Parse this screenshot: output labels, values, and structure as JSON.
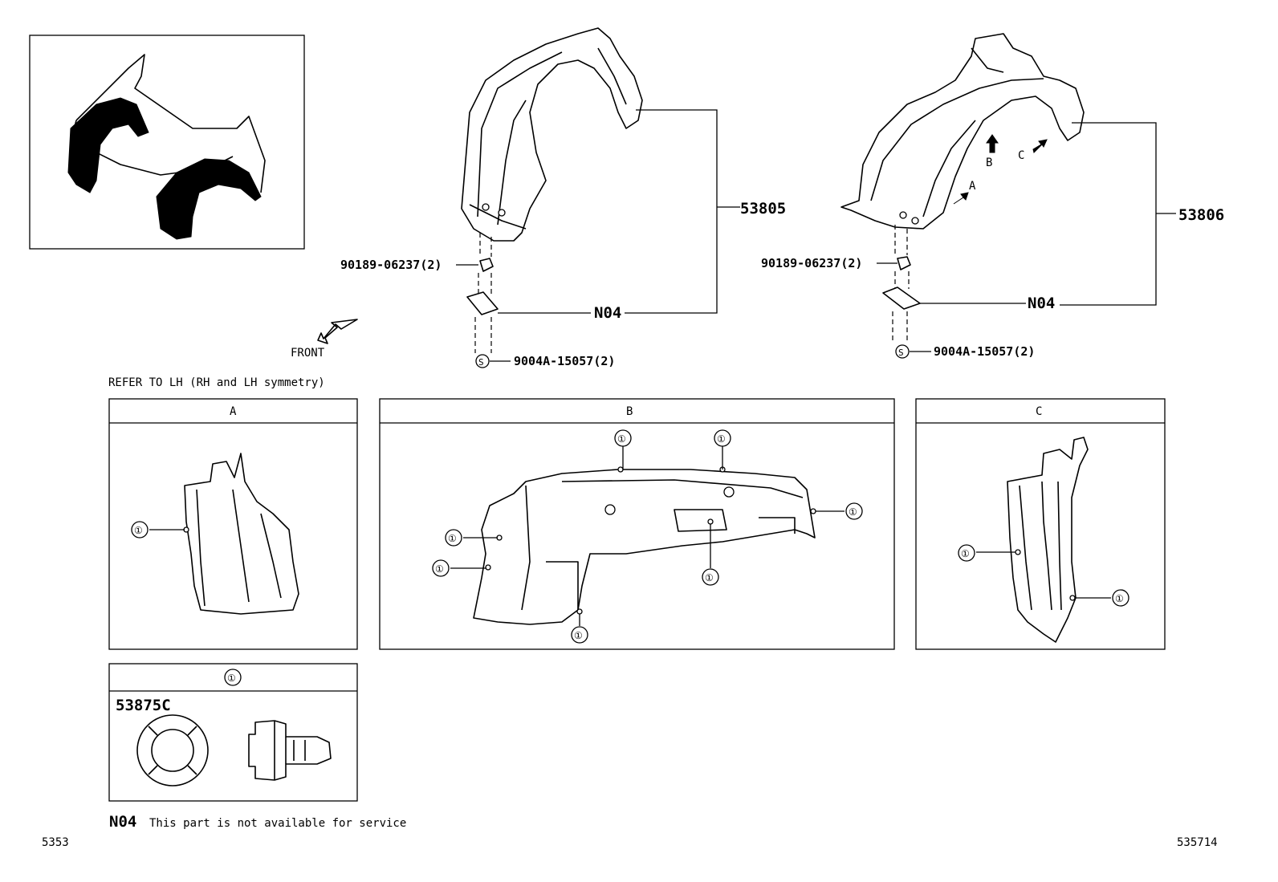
{
  "callouts": {
    "part_lh": "53805",
    "part_rh": "53806",
    "clip_lh": "90189-06237(2)",
    "clip_rh": "90189-06237(2)",
    "n04_lh": "N04",
    "n04_rh": "N04",
    "screw_lh": "9004A-15057(2)",
    "screw_rh": "9004A-15057(2)",
    "s_symbol": "S",
    "arrow_a": "A",
    "arrow_b": "B",
    "arrow_c": "C"
  },
  "front_label": "FRONT",
  "refer_note": "REFER TO LH (RH and LH symmetry)",
  "panels": {
    "a_title": "A",
    "b_title": "B",
    "c_title": "C",
    "clip_title": "①",
    "clip_part": "53875C"
  },
  "marker": "①",
  "footnote": {
    "code": "N04",
    "text": "This part is not available for service"
  },
  "page_code_left": "5353",
  "page_code_right": "535714"
}
